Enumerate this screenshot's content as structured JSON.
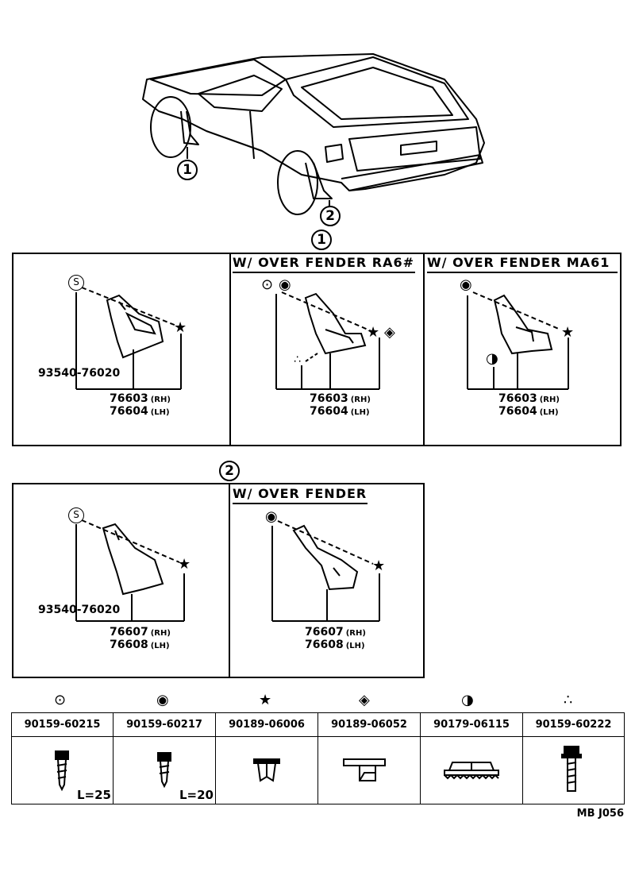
{
  "callouts": {
    "one": "1",
    "two": "2"
  },
  "section1": {
    "panel_a": {
      "title": "",
      "clip_label": "93540-76020",
      "part_rh": "76603",
      "part_lh": "76604",
      "rh": "(RH)",
      "lh": "(LH)"
    },
    "panel_b": {
      "title": "W/ OVER  FENDER  RA6#",
      "part_rh": "76603",
      "part_lh": "76604",
      "rh": "(RH)",
      "lh": "(LH)"
    },
    "panel_c": {
      "title": "W/ OVER  FENDER  MA61",
      "part_rh": "76603",
      "part_lh": "76604",
      "rh": "(RH)",
      "lh": "(LH)"
    }
  },
  "section2": {
    "panel_a": {
      "clip_label": "93540-76020",
      "part_rh": "76607",
      "part_lh": "76608",
      "rh": "(RH)",
      "lh": "(LH)"
    },
    "panel_b": {
      "title": "W/ OVER  FENDER",
      "part_rh": "76607",
      "part_lh": "76608",
      "rh": "(RH)",
      "lh": "(LH)"
    }
  },
  "legend": {
    "items": [
      {
        "part": "90159-60215",
        "symbol": "gear-circle-icon",
        "length": "L=25"
      },
      {
        "part": "90159-60217",
        "symbol": "triangle-circle-icon",
        "length": "L=20"
      },
      {
        "part": "90189-06006",
        "symbol": "star-icon",
        "length": ""
      },
      {
        "part": "90189-06052",
        "symbol": "diamond-square-icon",
        "length": ""
      },
      {
        "part": "90179-06115",
        "symbol": "half-circle-icon",
        "length": ""
      },
      {
        "part": "90159-60222",
        "symbol": "three-dots-icon",
        "length": ""
      }
    ]
  },
  "footer": {
    "ref": "MB  J056"
  }
}
